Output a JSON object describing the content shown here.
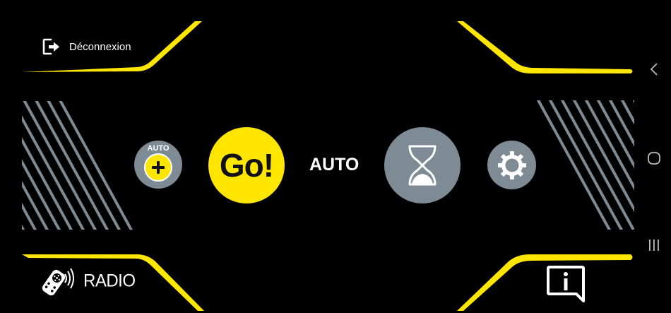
{
  "colors": {
    "background": "#000000",
    "accent_yellow": "#FFE600",
    "button_gray": "#7E8A94",
    "stripe_gray": "#7E8A94",
    "text": "#FFFFFF",
    "go_text": "#111111",
    "nav_icon": "#BBBBBB"
  },
  "header": {
    "logout": {
      "label": "Déconnexion",
      "icon": "logout-icon"
    }
  },
  "main": {
    "auto_add": {
      "small_label": "AUTO",
      "icon": "plus-icon"
    },
    "go": {
      "label": "Go!"
    },
    "mode": {
      "label": "AUTO"
    },
    "timer": {
      "icon": "hourglass-icon"
    },
    "settings": {
      "icon": "gear-icon"
    }
  },
  "footer": {
    "radio": {
      "label": "RADIO",
      "icon": "remote-control-icon"
    },
    "info": {
      "icon": "info-icon"
    }
  },
  "system_nav": {
    "back": {
      "icon": "chevron-left-icon"
    },
    "home": {
      "icon": "home-icon"
    },
    "recents": {
      "icon": "recents-icon"
    }
  }
}
